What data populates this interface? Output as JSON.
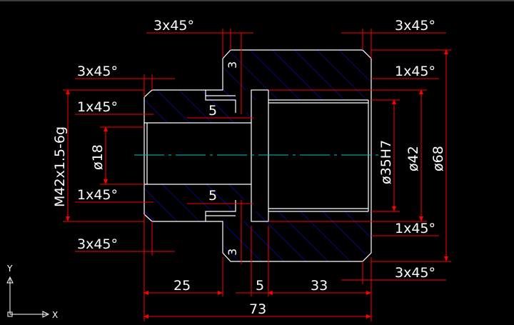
{
  "drawing": {
    "labels": {
      "chamfer_top_mid": "3x45°",
      "chamfer_top_right": "3x45°",
      "chamfer_left_upper": "3x45°",
      "chamfer_left_lower": "3x45°",
      "chamfer_right_lower": "3x45°",
      "chamfer_1x45_upper_left": "1x45°",
      "chamfer_1x45_lower_left": "1x45°",
      "chamfer_1x45_upper_right": "1x45°",
      "chamfer_1x45_lower_right": "1x45°",
      "groove_top": "5",
      "groove_bottom": "5",
      "chamfer_3_top": "3",
      "chamfer_3_bottom": "3",
      "dim_25": "25",
      "dim_5": "5",
      "dim_33": "33",
      "dim_73": "73",
      "dia_18": "ø18",
      "dia_35h7": "ø35H7",
      "dia_42": "ø42",
      "dia_68": "ø68",
      "thread": "M42x1.5-6g"
    },
    "ucs": {
      "x_label": "X",
      "y_label": "Y"
    },
    "colors": {
      "background": "#000000",
      "outline": "#ffffff",
      "dimension": "#ff0000",
      "hatch": "#0000ff",
      "centerline": "#00c8c8",
      "text": "#ffffff"
    }
  }
}
